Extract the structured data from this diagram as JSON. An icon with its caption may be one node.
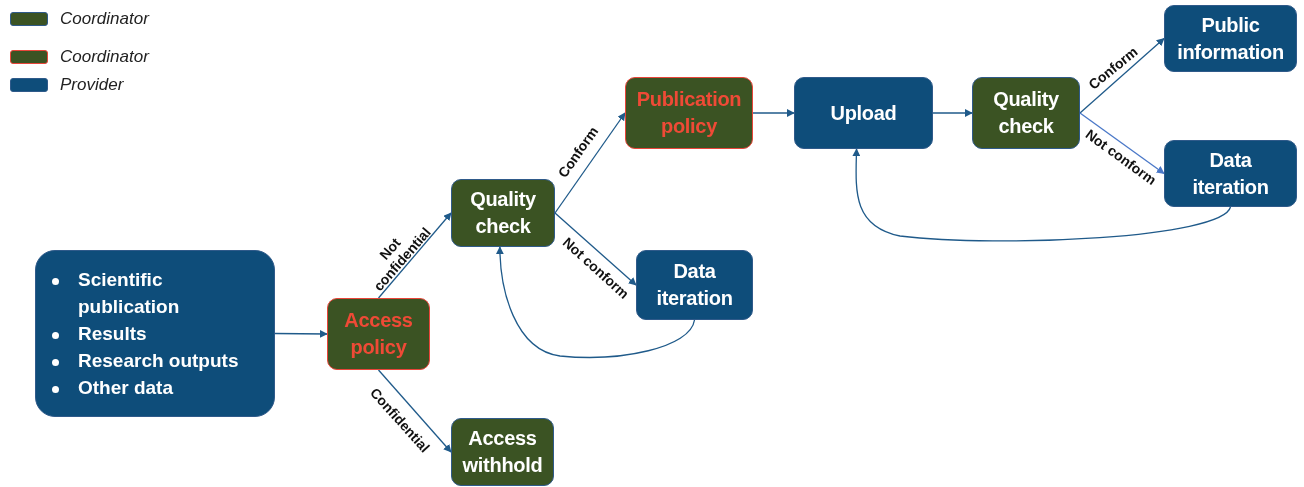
{
  "diagram": {
    "nodes": [
      {
        "text": [
          "Scientific publication",
          "Results",
          "Research outputs",
          "Other data"
        ]
      },
      {
        "text": [
          "Access policy"
        ]
      },
      {
        "text": [
          "Quality check"
        ]
      },
      {
        "text": [
          "Access withhold"
        ]
      },
      {
        "text": [
          "Data iteration"
        ]
      },
      {
        "text": [
          "Publication policy"
        ]
      },
      {
        "text": [
          "Upload"
        ]
      },
      {
        "text": [
          "Quality check"
        ]
      },
      {
        "text": [
          "Public information"
        ]
      },
      {
        "text": [
          "Data iteration"
        ]
      }
    ],
    "edges": [
      {
        "from": 0,
        "to": 1,
        "arrow": "to"
      },
      {
        "from": 1,
        "to": 2,
        "arrow": "to",
        "label": "Not confidential"
      },
      {
        "from": 1,
        "to": 3,
        "arrow": "to",
        "label": "Confidential"
      },
      {
        "from": 2,
        "to": 5,
        "arrow": "to",
        "label": "Conform"
      },
      {
        "from": 2,
        "to": 4,
        "arrow": "to",
        "label": "Not conform"
      },
      {
        "from": 4,
        "to": 2,
        "arrow": "to"
      },
      {
        "from": 5,
        "to": 6,
        "arrow": "to"
      },
      {
        "from": 6,
        "to": 7,
        "arrow": "to"
      },
      {
        "from": 7,
        "to": 8,
        "arrow": "to",
        "label": "Conform"
      },
      {
        "from": 7,
        "to": 9,
        "arrow": "to",
        "label": "Not conform",
        "color": "#4a78c8"
      },
      {
        "from": 9,
        "to": 6,
        "arrow": "to"
      }
    ],
    "legend": [
      {
        "text": "Coordinator",
        "color": "#3b5323"
      },
      {
        "text": "Coordinator",
        "color": "#3b5323"
      },
      {
        "text": "Provider",
        "color": "#0e4d7a"
      }
    ]
  }
}
